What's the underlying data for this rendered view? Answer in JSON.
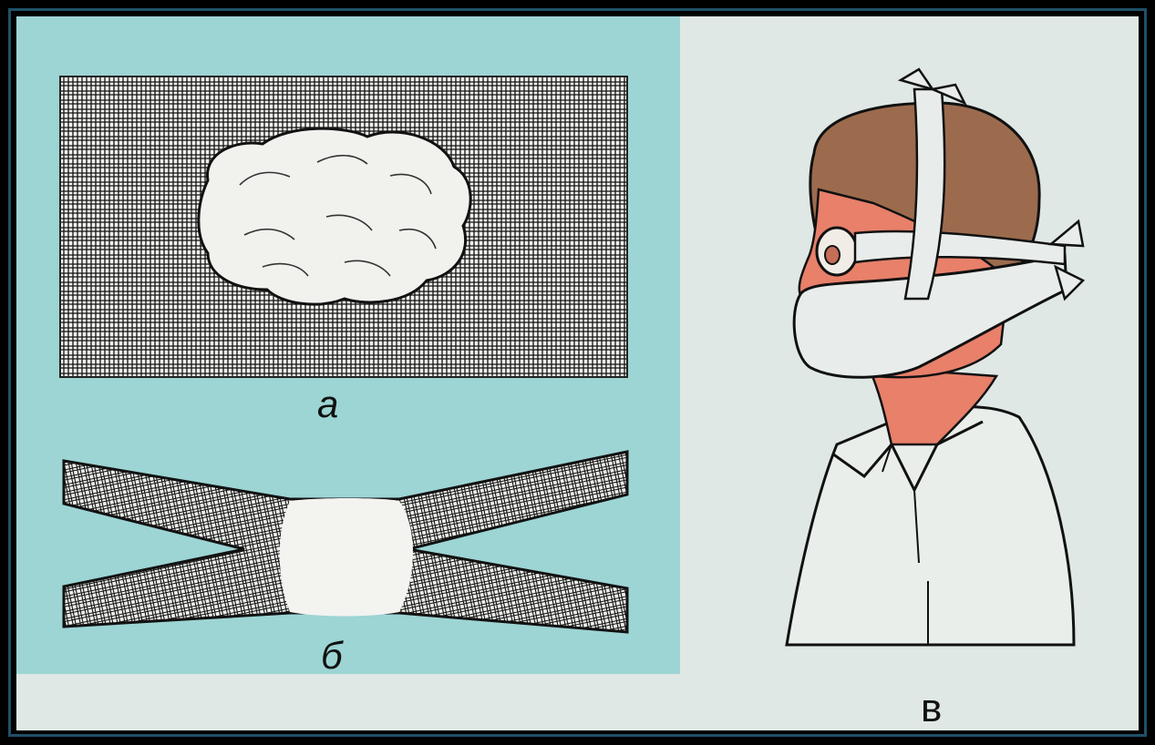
{
  "labels": {
    "a": "а",
    "b": "б",
    "c": "в"
  },
  "colors": {
    "outer_border": "#000000",
    "frame_ring": "#1f5068",
    "panel_teal": "#9dd4d4",
    "background": "#dfe8e4",
    "skin": "#e8806a",
    "hair": "#9c6b4e",
    "bandage": "#e8ecea"
  }
}
